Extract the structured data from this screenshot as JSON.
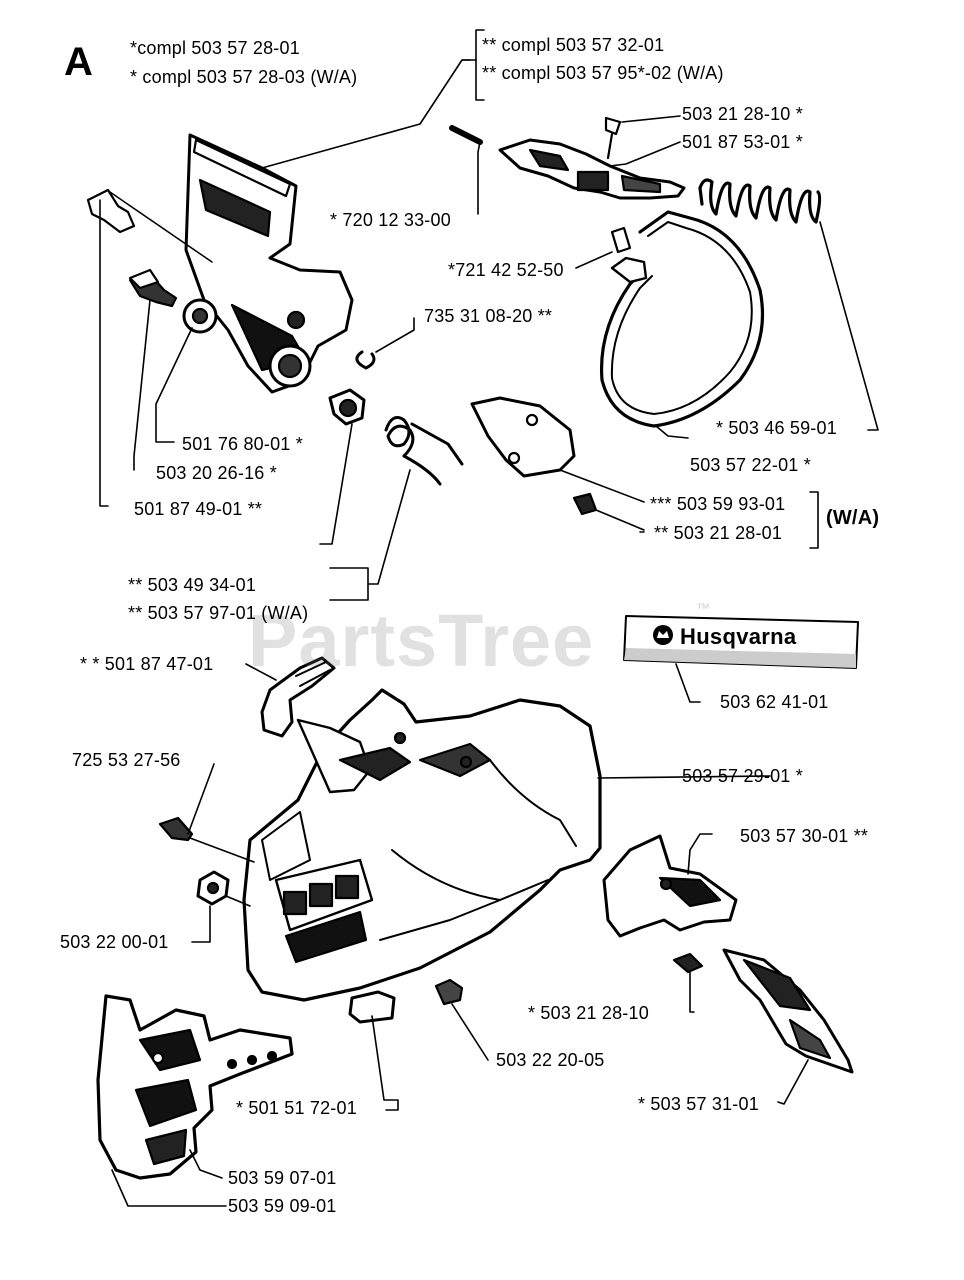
{
  "section_letter": "A",
  "watermark": "PartsTree",
  "watermark_tm": "™",
  "brand_label": "Husqvarna",
  "labels": [
    {
      "id": "l1",
      "text": "*compl  503 57 28-01"
    },
    {
      "id": "l2",
      "text": "*  compl 503 57 28-03 (W/A)"
    },
    {
      "id": "l3",
      "text": "**  compl 503 57 32-01"
    },
    {
      "id": "l4",
      "text": "**  compl 503 57 95*-02 (W/A)"
    },
    {
      "id": "l5",
      "text": "503 21 28-10  *"
    },
    {
      "id": "l6",
      "text": "501 87 53-01  *"
    },
    {
      "id": "l7",
      "text": "* 720 12 33-00"
    },
    {
      "id": "l8",
      "text": "*721 42 52-50"
    },
    {
      "id": "l9",
      "text": "735 31 08-20  **"
    },
    {
      "id": "l10",
      "text": "*  503 46 59-01"
    },
    {
      "id": "l11",
      "text": "503 57 22-01  *"
    },
    {
      "id": "l12",
      "text": "501 76 80-01  *"
    },
    {
      "id": "l13",
      "text": "503 20 26-16  *"
    },
    {
      "id": "l14",
      "text": "501 87 49-01  **"
    },
    {
      "id": "l15",
      "text": "***  503 59 93-01"
    },
    {
      "id": "l16",
      "text": "**  503 21 28-01"
    },
    {
      "id": "l17",
      "text": "(W/A)"
    },
    {
      "id": "l18",
      "text": "**  503 49 34-01"
    },
    {
      "id": "l19",
      "text": "**  503 57 97-01 (W/A)"
    },
    {
      "id": "l20",
      "text": "*  *  501 87 47-01"
    },
    {
      "id": "l21",
      "text": "503 62 41-01"
    },
    {
      "id": "l22",
      "text": "725 53 27-56"
    },
    {
      "id": "l23",
      "text": "503 57  29-01  *"
    },
    {
      "id": "l24",
      "text": "503 57 30-01 **"
    },
    {
      "id": "l25",
      "text": "503 22 00-01"
    },
    {
      "id": "l26",
      "text": "*  503 21 28-10"
    },
    {
      "id": "l27",
      "text": "503 22 20-05"
    },
    {
      "id": "l28",
      "text": "*  501 51 72-01"
    },
    {
      "id": "l29",
      "text": "*  503 57 31-01"
    },
    {
      "id": "l30",
      "text": "503 59 07-01"
    },
    {
      "id": "l31",
      "text": "503 59 09-01"
    }
  ]
}
